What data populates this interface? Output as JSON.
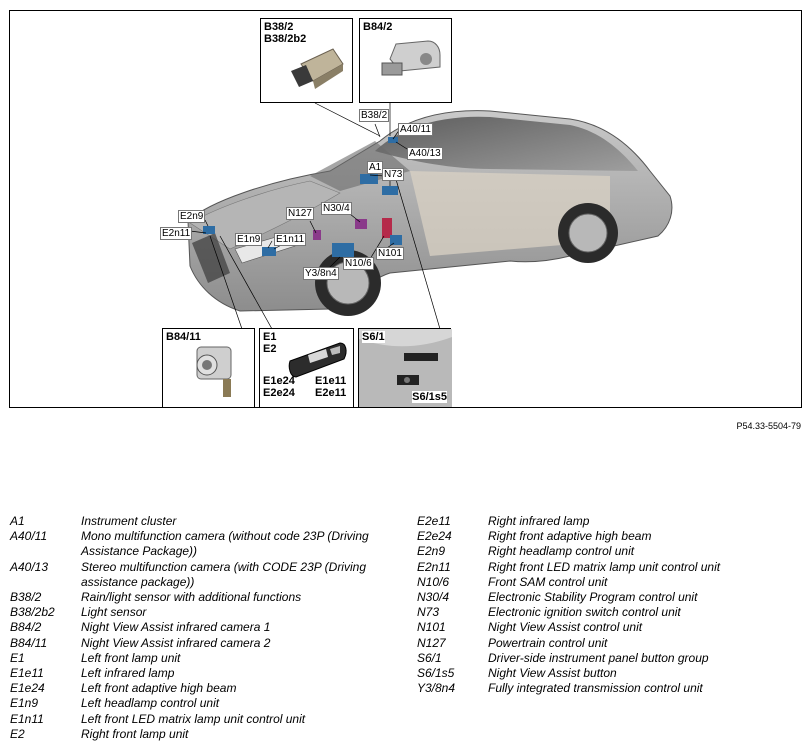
{
  "figure_ref": "P54.33-5504-79",
  "callouts": {
    "b38_2": "B38/2",
    "a40_11": "A40/11",
    "a40_13": "A40/13",
    "a1": "A1",
    "n73": "N73",
    "e2n9": "E2n9",
    "e2n11": "E2n11",
    "n127": "N127",
    "n30_4": "N30/4",
    "e1n9": "E1n9",
    "e1n11": "E1n11",
    "y3_8n4": "Y3/8n4",
    "n10_6": "N10/6",
    "n101": "N101"
  },
  "insets": {
    "b38": {
      "line1": "B38/2",
      "line2": "B38/2b2"
    },
    "b84_2": {
      "label": "B84/2"
    },
    "b84_11": {
      "label": "B84/11"
    },
    "e1e2": {
      "line1": "E1",
      "line2": "E2",
      "bl1": "E1e24",
      "bl2": "E2e24",
      "br1": "E1e11",
      "br2": "E2e11"
    },
    "s6": {
      "top": "S6/1",
      "bottom": "S6/1s5"
    }
  },
  "legend_left": [
    {
      "code": "A1",
      "desc": "Instrument cluster"
    },
    {
      "code": "A40/11",
      "desc": "Mono multifunction camera (without code 23P (Driving Assistance Package))"
    },
    {
      "code": "A40/13",
      "desc": "Stereo multifunction camera (with CODE 23P (Driving assistance package))"
    },
    {
      "code": "B38/2",
      "desc": "Rain/light sensor with additional functions"
    },
    {
      "code": "B38/2b2",
      "desc": "Light sensor"
    },
    {
      "code": "B84/2",
      "desc": "Night View Assist infrared camera 1"
    },
    {
      "code": "B84/11",
      "desc": "Night View Assist infrared camera 2"
    },
    {
      "code": "E1",
      "desc": "Left front lamp unit"
    },
    {
      "code": "E1e11",
      "desc": "Left infrared lamp"
    },
    {
      "code": "E1e24",
      "desc": "Left front adaptive high beam"
    },
    {
      "code": "E1n9",
      "desc": "Left headlamp control unit"
    },
    {
      "code": "E1n11",
      "desc": "Left front LED matrix lamp unit control unit"
    },
    {
      "code": "E2",
      "desc": "Right front lamp unit"
    }
  ],
  "legend_right": [
    {
      "code": "E2e11",
      "desc": "Right infrared lamp"
    },
    {
      "code": "E2e24",
      "desc": "Right front adaptive high beam"
    },
    {
      "code": "E2n9",
      "desc": "Right headlamp control unit"
    },
    {
      "code": "E2n11",
      "desc": "Right front LED matrix lamp unit control unit"
    },
    {
      "code": "N10/6",
      "desc": "Front SAM control unit"
    },
    {
      "code": "N30/4",
      "desc": "Electronic Stability Program control unit"
    },
    {
      "code": "N73",
      "desc": "Electronic ignition switch control unit"
    },
    {
      "code": "N101",
      "desc": "Night View Assist control unit"
    },
    {
      "code": "N127",
      "desc": "Powertrain control unit"
    },
    {
      "code": "S6/1",
      "desc": "Driver-side instrument panel button group"
    },
    {
      "code": "S6/1s5",
      "desc": "Night View Assist button"
    },
    {
      "code": "Y3/8n4",
      "desc": "Fully integrated transmission control unit"
    }
  ]
}
